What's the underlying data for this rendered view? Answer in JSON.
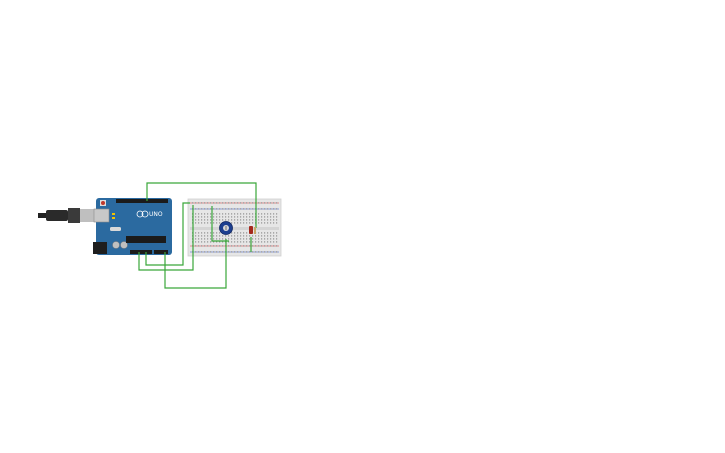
{
  "board": {
    "label": "UNO",
    "color": "#2b6aa0",
    "component": "arduino-uno"
  },
  "breadboard": {
    "color": "#e6e6e6",
    "component": "breadboard-mini"
  },
  "components": {
    "potentiometer": "potentiometer-blue",
    "led": "led-red",
    "resistor": "resistor"
  },
  "wire_color": "#3aa63a",
  "cable_color": "#222222"
}
